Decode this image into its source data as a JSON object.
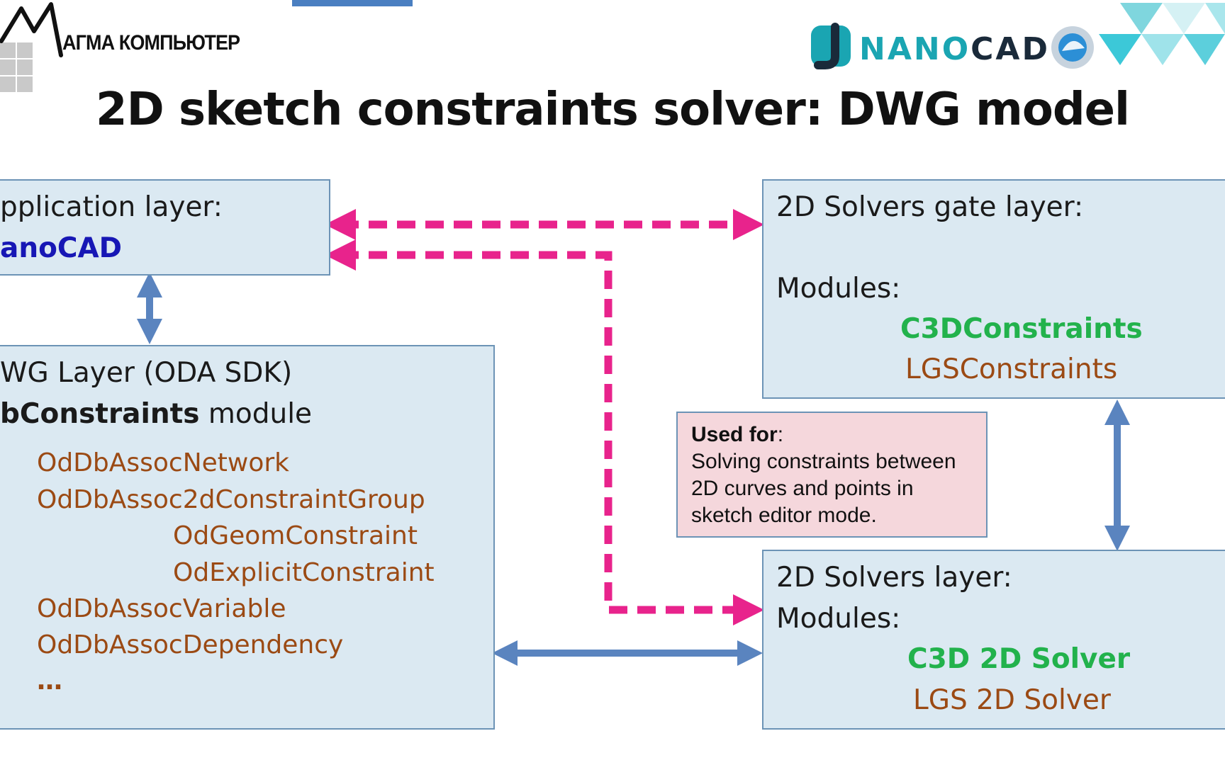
{
  "title": "2D sketch constraints solver: DWG model",
  "logos": {
    "left_text": "АГМА КОМПЬЮТЕР",
    "right_text_a": "NANO",
    "right_text_b": "CAD"
  },
  "app_box": {
    "heading": "pplication layer:",
    "name": "anoCAD"
  },
  "dwg_box": {
    "heading": "WG Layer (ODA SDK)",
    "module_bold": "bConstraints",
    "module_rest": " module",
    "items": [
      "OdDbAssocNetwork",
      "OdDbAssoc2dConstraintGroup",
      "OdGeomConstraint",
      "OdExplicitConstraint",
      "OdDbAssocVariable",
      "OdDbAssocDependency",
      "…"
    ]
  },
  "gate_box": {
    "heading": "2D Solvers gate layer:",
    "modules_label": "Modules:",
    "module_a": "C3DConstraints",
    "module_b": "LGSConstraints"
  },
  "solvers_box": {
    "heading": "2D Solvers layer:",
    "modules_label": "Modules:",
    "module_a": "C3D 2D Solver",
    "module_b": "LGS 2D Solver"
  },
  "note": {
    "label_bold": "Used for",
    "label_rest": ":",
    "lines": [
      "Solving constraints between",
      "2D curves and points in",
      "sketch editor mode."
    ]
  },
  "colors": {
    "box_fill": "#dbe9f2",
    "box_border": "#6c93b6",
    "note_fill": "#f5d7dc",
    "dashed_arrow": "#e8238c",
    "solid_arrow": "#5a84bf",
    "blue_text": "#1717b5",
    "green_text": "#22b24c",
    "brown_text": "#9b4a14"
  }
}
